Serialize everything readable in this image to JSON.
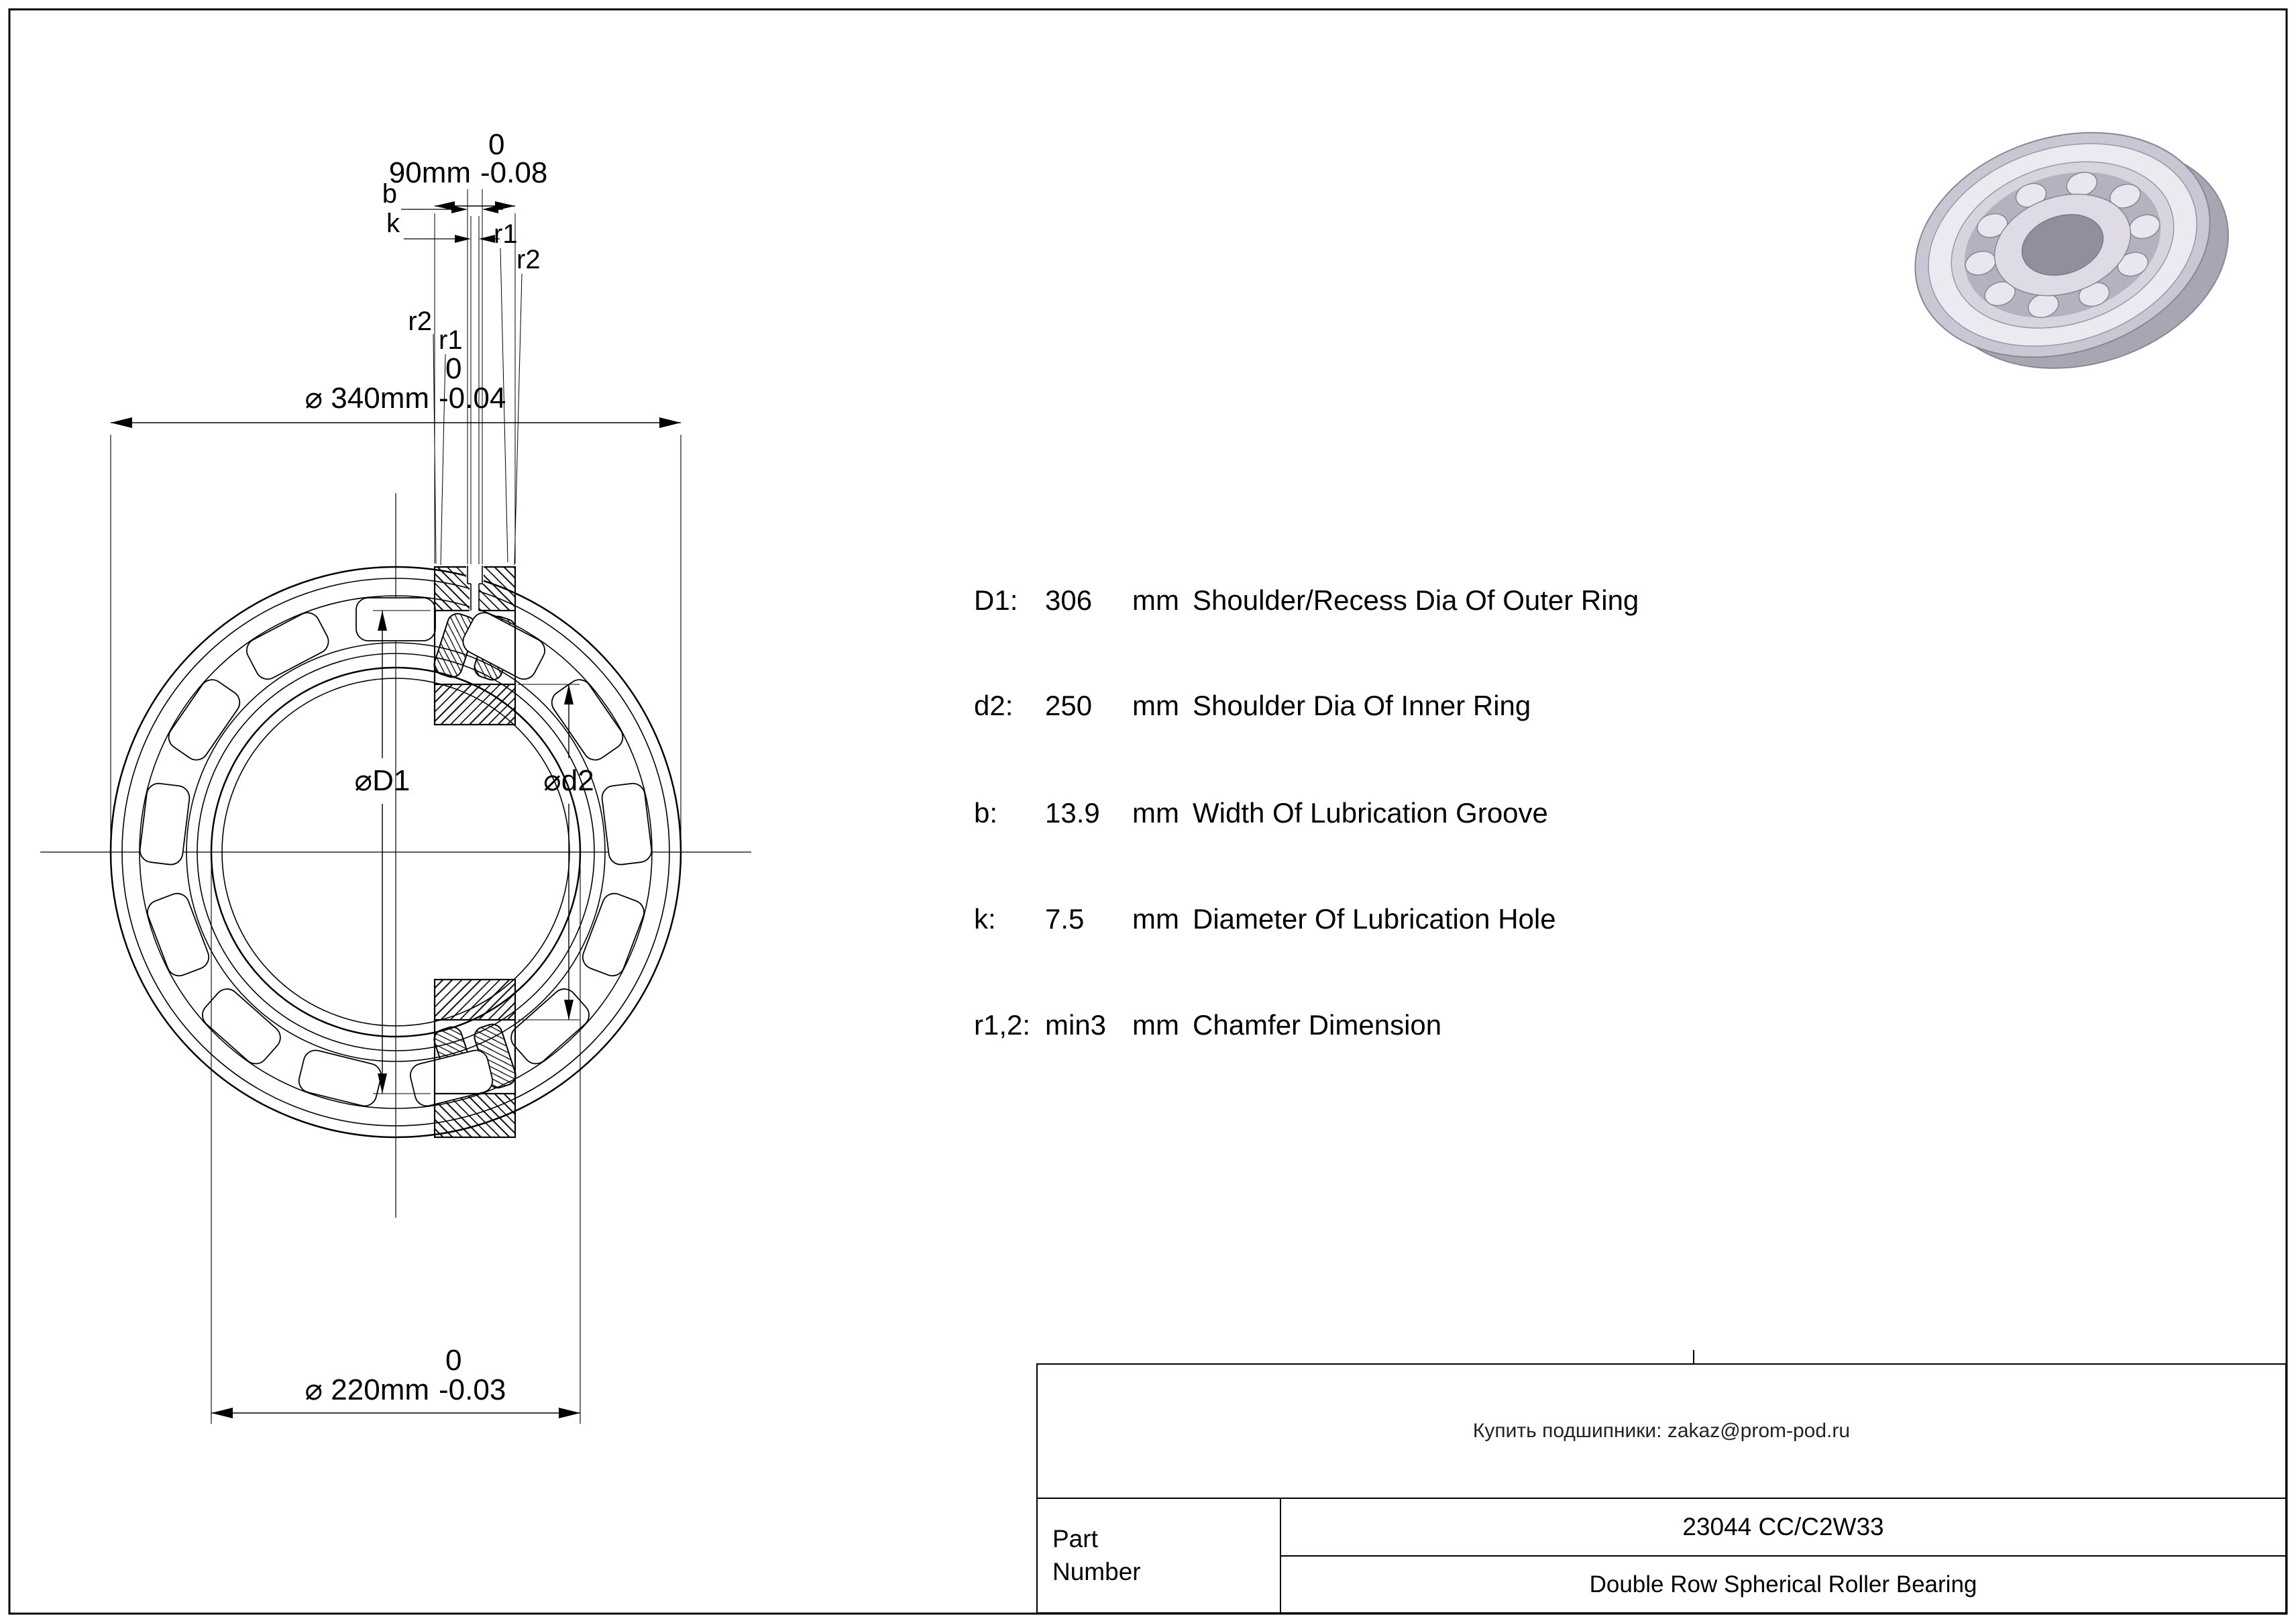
{
  "drawing": {
    "dim_od": {
      "prefix": "⌀ 340mm",
      "upper": "0",
      "lower": "-0.04"
    },
    "dim_bore": {
      "prefix": "⌀ 220mm",
      "upper": "0",
      "lower": "-0.03"
    },
    "dim_width": {
      "prefix": "90mm",
      "upper": "0",
      "lower": "-0.08"
    },
    "labels": {
      "b": "b",
      "k": "k",
      "r1": "r1",
      "r2": "r2",
      "d1": "⌀D1",
      "d2": "⌀d2"
    }
  },
  "specs": {
    "rows": [
      {
        "param": "D1:",
        "value": "306",
        "unit": "mm",
        "desc": "Shoulder/Recess Dia Of Outer Ring"
      },
      {
        "param": "d2:",
        "value": "250",
        "unit": "mm",
        "desc": "Shoulder Dia Of Inner Ring"
      },
      {
        "param": "b:",
        "value": "13.9",
        "unit": "mm",
        "desc": "Width Of Lubrication Groove"
      },
      {
        "param": "k:",
        "value": "7.5",
        "unit": "mm",
        "desc": "Diameter Of Lubrication Hole"
      },
      {
        "param": "r1,2:",
        "value": "min3",
        "unit": "mm",
        "desc": "Chamfer Dimension"
      }
    ]
  },
  "title_block": {
    "contact": "Купить подшипники: zakaz@prom-pod.ru",
    "part_label_line1": "Part",
    "part_label_line2": "Number",
    "part_number": "23044 CC/C2W33",
    "description": "Double Row Spherical Roller Bearing"
  }
}
